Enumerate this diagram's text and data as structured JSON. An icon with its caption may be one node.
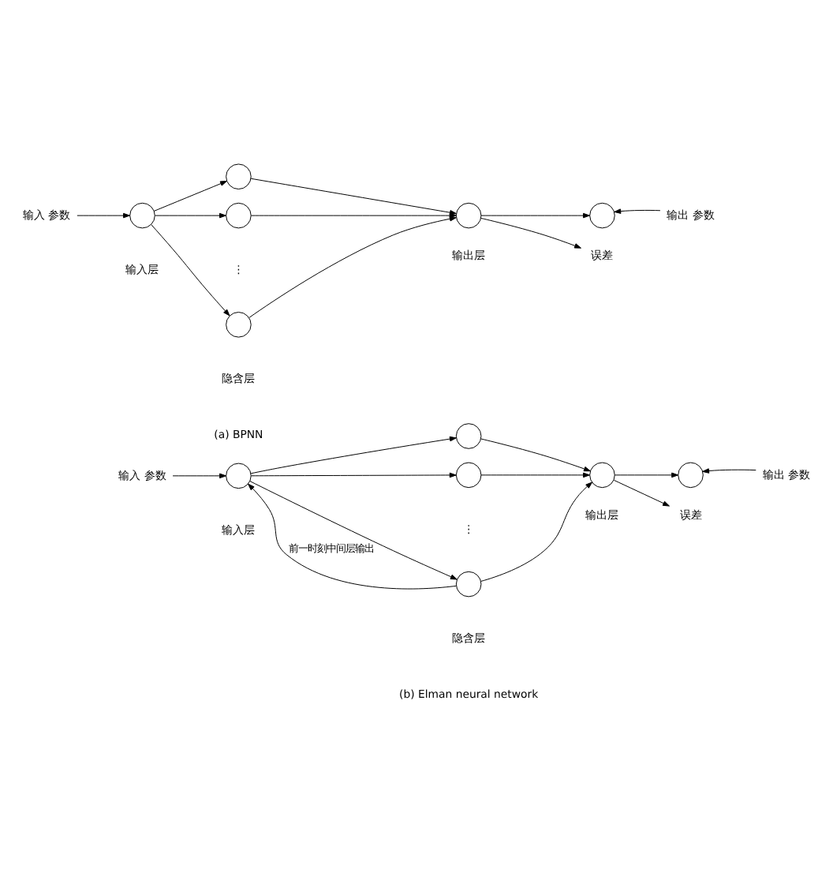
{
  "diagram": {
    "nodes": [
      {
        "text": [
          "输入 参数"
        ]
      },
      {
        "text": [],
        "shape": "circle"
      },
      {
        "text": [],
        "shape": "circle"
      },
      {
        "text": [],
        "shape": "circle"
      },
      {
        "text": [],
        "shape": "circle"
      },
      {
        "text": [],
        "shape": "circle"
      },
      {
        "text": [],
        "shape": "circle"
      },
      {
        "text": [
          "输出 参数"
        ]
      },
      {
        "text": [
          "误差"
        ]
      },
      {
        "text": [
          "输入 参数"
        ]
      },
      {
        "text": [],
        "shape": "circle"
      },
      {
        "text": [],
        "shape": "circle"
      },
      {
        "text": [],
        "shape": "circle"
      },
      {
        "text": [],
        "shape": "circle"
      },
      {
        "text": [],
        "shape": "circle"
      },
      {
        "text": [],
        "shape": "circle"
      },
      {
        "text": [
          "输出 参数"
        ]
      },
      {
        "text": [
          "误差"
        ]
      }
    ],
    "edges": [
      {
        "from": 0,
        "to": 1,
        "arrow": "to"
      },
      {
        "from": 1,
        "to": 2,
        "arrow": "to"
      },
      {
        "from": 1,
        "to": 3,
        "arrow": "to"
      },
      {
        "from": 1,
        "to": 4,
        "arrow": "to"
      },
      {
        "from": 2,
        "to": 5,
        "arrow": "to"
      },
      {
        "from": 3,
        "to": 5,
        "arrow": "to"
      },
      {
        "from": 4,
        "to": 5,
        "arrow": "to"
      },
      {
        "from": 5,
        "to": 6,
        "arrow": "to"
      },
      {
        "from": 7,
        "to": 6,
        "arrow": "to"
      },
      {
        "from": 5,
        "to": 8,
        "arrow": "to"
      },
      {
        "from": 9,
        "to": 10,
        "arrow": "to"
      },
      {
        "from": 10,
        "to": 11,
        "arrow": "to"
      },
      {
        "from": 10,
        "to": 12,
        "arrow": "to"
      },
      {
        "from": 10,
        "to": 13,
        "arrow": "to"
      },
      {
        "from": 11,
        "to": 14,
        "arrow": "to"
      },
      {
        "from": 12,
        "to": 14,
        "arrow": "to"
      },
      {
        "from": 13,
        "to": 14,
        "arrow": "to"
      },
      {
        "from": 14,
        "to": 15,
        "arrow": "to"
      },
      {
        "from": 16,
        "to": 15,
        "arrow": "to"
      },
      {
        "from": 14,
        "to": 17,
        "arrow": "to"
      },
      {
        "from": 13,
        "to": 10,
        "arrow": "to",
        "label": "前一时刻中间层输出"
      }
    ],
    "labels": [
      "⋮",
      "输入层",
      "隐含层",
      "输出层",
      "(a) BPNN",
      "⋮",
      "输入层",
      "隐含层",
      "输出层",
      "(b) Elman neural network"
    ]
  }
}
